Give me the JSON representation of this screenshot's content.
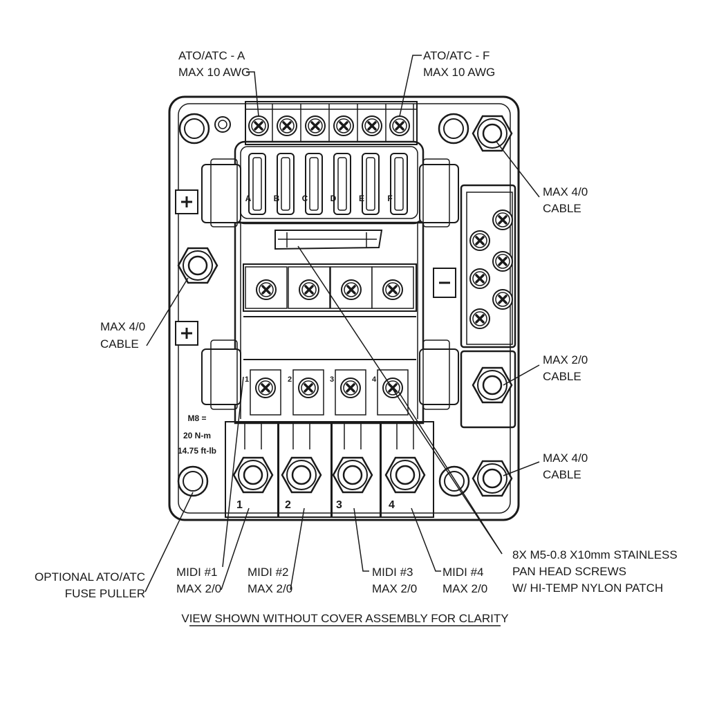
{
  "callouts": {
    "fuse_a": [
      "ATO/ATC - A",
      "MAX 10 AWG"
    ],
    "fuse_f": [
      "ATO/ATC - F",
      "MAX 10 AWG"
    ],
    "cable_top_right": [
      "MAX 4/0",
      "CABLE"
    ],
    "cable_left": [
      "MAX 4/0",
      "CABLE"
    ],
    "cable_mid_right": [
      "MAX 2/0",
      "CABLE"
    ],
    "cable_bottom_right": [
      "MAX 4/0",
      "CABLE"
    ],
    "screws": [
      "8X M5-0.8 X10mm STAINLESS",
      "PAN HEAD SCREWS",
      "W/ HI-TEMP NYLON PATCH"
    ],
    "fuse_puller": [
      "OPTIONAL ATO/ATC",
      "FUSE PULLER"
    ],
    "midi1": [
      "MIDI #1",
      "MAX 2/0"
    ],
    "midi2": [
      "MIDI #2",
      "MAX 2/0"
    ],
    "midi3": [
      "MIDI #3",
      "MAX 2/0"
    ],
    "midi4": [
      "MIDI #4",
      "MAX 2/0"
    ]
  },
  "torque": [
    "M8 =",
    "20 N-m",
    "14.75 ft-lb"
  ],
  "fuse_letters": [
    "A",
    "B",
    "C",
    "D",
    "E",
    "F"
  ],
  "midi_numbers": [
    "1",
    "2",
    "3",
    "4"
  ],
  "caption": "VIEW SHOWN WITHOUT COVER ASSEMBLY FOR CLARITY"
}
